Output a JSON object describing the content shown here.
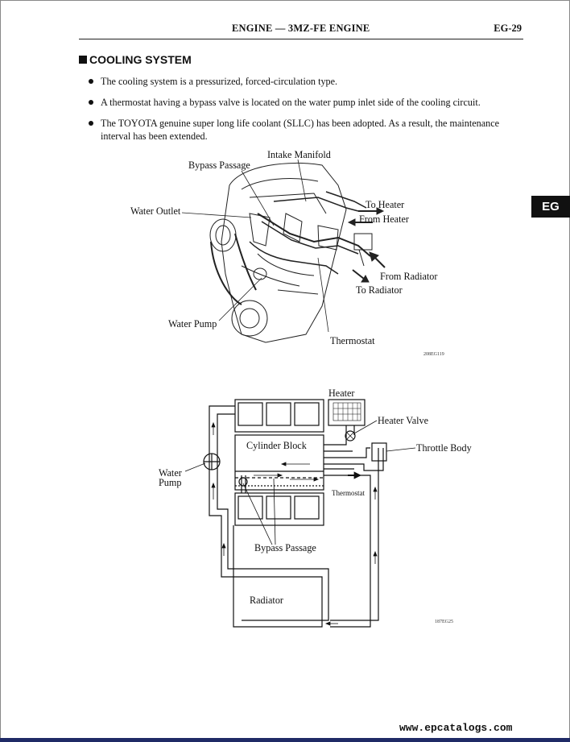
{
  "header": {
    "title": "ENGINE — 3MZ-FE ENGINE",
    "page": "EG-29"
  },
  "section": {
    "title": "COOLING SYSTEM",
    "bullets": [
      "The cooling system is a pressurized, forced-circulation type.",
      "A thermostat having a bypass valve is located on the water pump inlet side of the cooling circuit.",
      "The TOYOTA genuine super long life coolant (SLLC) has been adopted. As a result, the maintenance interval has been extended."
    ]
  },
  "side_tab": "EG",
  "figure1": {
    "labels": {
      "intake_manifold": "Intake Manifold",
      "bypass_passage": "Bypass Passage",
      "water_outlet": "Water Outlet",
      "to_heater": "To Heater",
      "from_heater": "From Heater",
      "from_radiator": "From Radiator",
      "to_radiator": "To Radiator",
      "water_pump": "Water Pump",
      "thermostat": "Thermostat"
    },
    "code": "208EG119"
  },
  "figure2": {
    "labels": {
      "heater": "Heater",
      "heater_valve": "Heater Valve",
      "cylinder_block": "Cylinder Block",
      "throttle_body": "Throttle Body",
      "water": "Water",
      "pump": "Pump",
      "thermostat": "Thermostat",
      "bypass_passage": "Bypass Passage",
      "radiator": "Radiator"
    },
    "code": "187EG25"
  },
  "footer": {
    "url": "www.epcatalogs.com"
  }
}
